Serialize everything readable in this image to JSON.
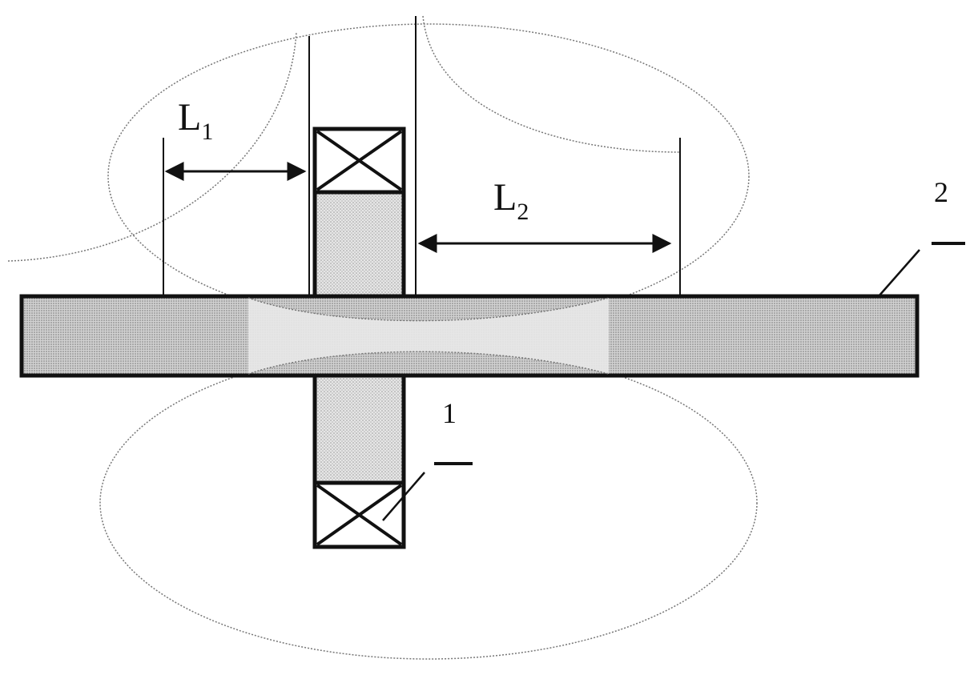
{
  "labels": {
    "l1_main": "L",
    "l1_sub": "1",
    "l2_main": "L",
    "l2_sub": "2",
    "coil_number": "1",
    "rod_number": "2"
  },
  "colors": {
    "ink": "#111111",
    "field_line": "#777777",
    "coil_fill": "#dcdcdc",
    "rod_fill": "#cfcfcf",
    "background": "#ffffff"
  }
}
